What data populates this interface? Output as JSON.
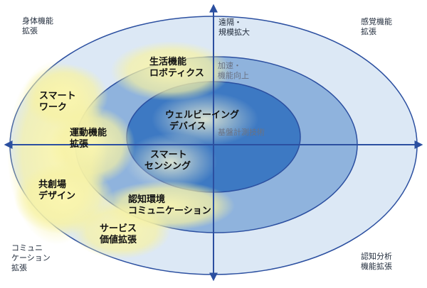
{
  "corner_labels": {
    "top_left": [
      "身体機能",
      "拡張"
    ],
    "top_center": [
      "遠隔・",
      "規模拡大"
    ],
    "top_right": [
      "感覚機能",
      "拡張"
    ],
    "bottom_left": [
      "コミュニ",
      "ケーション",
      "拡張"
    ],
    "bottom_right": [
      "認知分析",
      "機能拡張"
    ]
  },
  "inner_labels": {
    "acceleration": [
      "加速・",
      "機能向上"
    ],
    "base_tech": [
      "基盤計測技術"
    ]
  },
  "highlights": {
    "smart_work": [
      "スマート",
      "ワーク"
    ],
    "motor": [
      "運動機能",
      "拡張"
    ],
    "co_creation": [
      "共創場",
      "デザイン"
    ],
    "service": [
      "サービス",
      "価値拡張"
    ],
    "cognitive_env": [
      "認知環境",
      "コミュニケーション"
    ],
    "life_robotics": [
      "生活機能",
      "ロボティクス"
    ],
    "wellbeing": [
      "ウェルビーイング",
      "デバイス"
    ],
    "smart_sensing": [
      "スマート",
      "センシング"
    ]
  },
  "colors": {
    "outer_fill": "#dce8f5",
    "middle_fill": "#8fb3dd",
    "inner_fill": "#3d79c3",
    "axis": "#2b4fa0",
    "highlight": "#fbf3a6"
  }
}
